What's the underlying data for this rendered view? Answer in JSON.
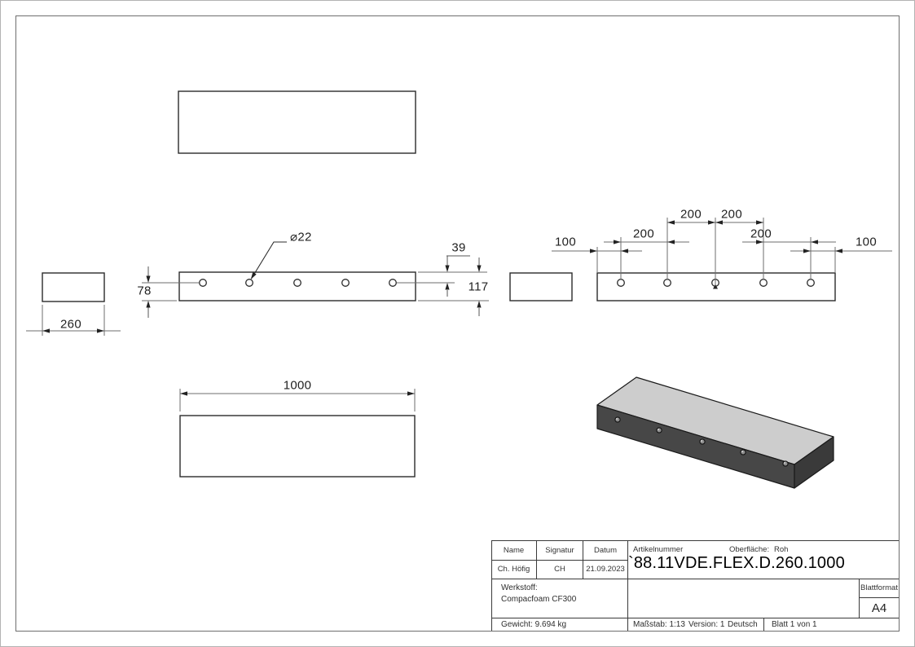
{
  "title_block": {
    "name_label": "Name",
    "signature_label": "Signatur",
    "date_label": "Datum",
    "name_value": "Ch. Höfig",
    "signature_value": "CH",
    "date_value": "21.09.2023",
    "article_label": "Artikelnummer",
    "surface_label": "Oberfläche:",
    "surface_value": "Roh",
    "article_number": "`88.11VDE.FLEX.D.260.1000",
    "material_label": "Werkstoff:",
    "material_value": "Compacfoam CF300",
    "weight": "Gewicht: 9.694 kg",
    "scale": "Maßstab: 1:13",
    "version": "Version: 1",
    "language": "Deutsch",
    "sheet": "Blatt 1 von 1",
    "format_label": "Blattformat",
    "format_value": "A4"
  },
  "drawing": {
    "dims": {
      "side_width": "260",
      "hole_from_bottom": "78",
      "hole_dia": "⌀22",
      "hole_from_top": "39",
      "height": "117",
      "length": "1000",
      "end_offset_left": "100",
      "pitch_1": "200",
      "pitch_2": "200",
      "pitch_3": "200",
      "pitch_4": "200",
      "end_offset_right": "100"
    },
    "colors": {
      "iso_top": "#cdcdcd",
      "iso_front": "#474747",
      "iso_side": "#3a3a3a",
      "geometry_line": "#2b2b2b",
      "dim_line": "#6e6e6e"
    }
  }
}
